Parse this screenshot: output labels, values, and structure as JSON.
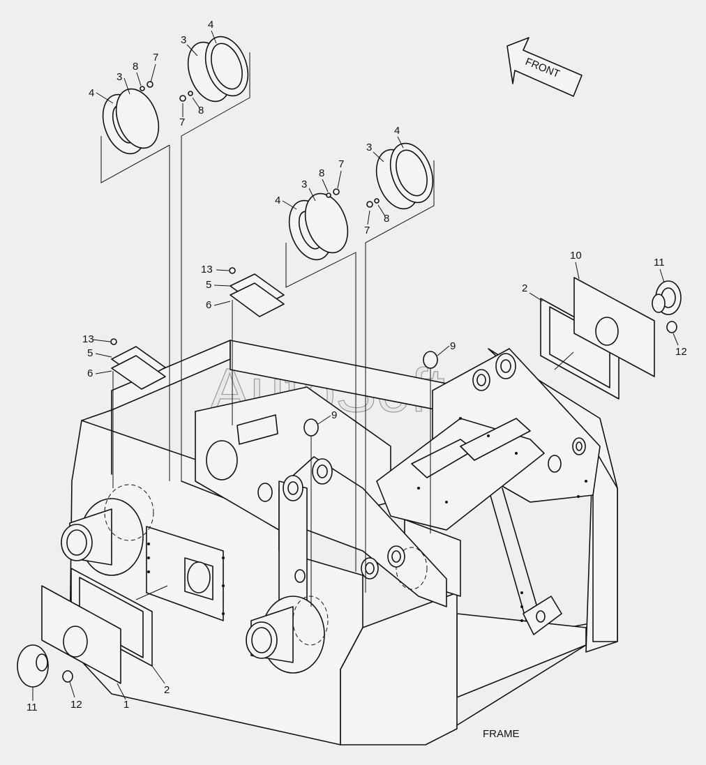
{
  "diagram": {
    "title": "FRAME",
    "direction_label": "FRONT",
    "watermark": "AutoSoft",
    "callouts": [
      {
        "id": "c4a",
        "label": "4"
      },
      {
        "id": "c3a",
        "label": "3"
      },
      {
        "id": "c8a",
        "label": "8"
      },
      {
        "id": "c7a",
        "label": "7"
      },
      {
        "id": "c4b",
        "label": "4"
      },
      {
        "id": "c3b",
        "label": "3"
      },
      {
        "id": "c7b",
        "label": "7"
      },
      {
        "id": "c8b",
        "label": "8"
      },
      {
        "id": "c4c",
        "label": "4"
      },
      {
        "id": "c3c",
        "label": "3"
      },
      {
        "id": "c8c",
        "label": "8"
      },
      {
        "id": "c7c",
        "label": "7"
      },
      {
        "id": "c4d",
        "label": "4"
      },
      {
        "id": "c3d",
        "label": "3"
      },
      {
        "id": "c7d",
        "label": "7"
      },
      {
        "id": "c8d",
        "label": "8"
      },
      {
        "id": "c13a",
        "label": "13"
      },
      {
        "id": "c5a",
        "label": "5"
      },
      {
        "id": "c6a",
        "label": "6"
      },
      {
        "id": "c13b",
        "label": "13"
      },
      {
        "id": "c5b",
        "label": "5"
      },
      {
        "id": "c6b",
        "label": "6"
      },
      {
        "id": "c9a",
        "label": "9"
      },
      {
        "id": "c9b",
        "label": "9"
      },
      {
        "id": "c10",
        "label": "10"
      },
      {
        "id": "c11a",
        "label": "11"
      },
      {
        "id": "c2a",
        "label": "2"
      },
      {
        "id": "c12a",
        "label": "12"
      },
      {
        "id": "c11b",
        "label": "11"
      },
      {
        "id": "c12b",
        "label": "12"
      },
      {
        "id": "c1",
        "label": "1"
      },
      {
        "id": "c2b",
        "label": "2"
      }
    ]
  }
}
